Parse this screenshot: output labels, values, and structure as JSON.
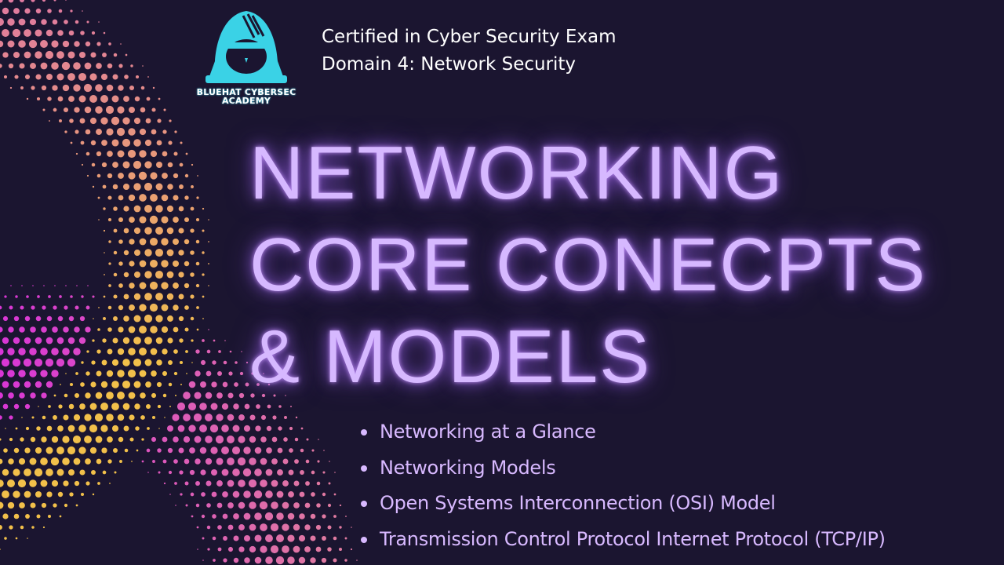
{
  "logo": {
    "line1": "BLUEHAT CYBERSEC",
    "line2": "ACADEMY",
    "icon": "hooded-figure-icon",
    "color": "#3ad2e6"
  },
  "header": {
    "line1": "Certified in Cyber Security Exam",
    "line2": "Domain 4: Network Security"
  },
  "title": {
    "line1": "NETWORKING",
    "line2": "CORE CONECPTS",
    "line3": "& MODELS"
  },
  "topics": [
    "Networking at a Glance",
    "Networking Models",
    "Open Systems Interconnection (OSI) Model",
    "Transmission Control Protocol Internet Protocol (TCP/IP)"
  ],
  "colors": {
    "background": "#1b1530",
    "title": "#d6b8ff",
    "bullets": "#d8b9ff",
    "header": "#ffffff",
    "halftone_warm": "#f2c04a",
    "halftone_pink": "#e07aa0",
    "halftone_magenta": "#d936d6"
  }
}
